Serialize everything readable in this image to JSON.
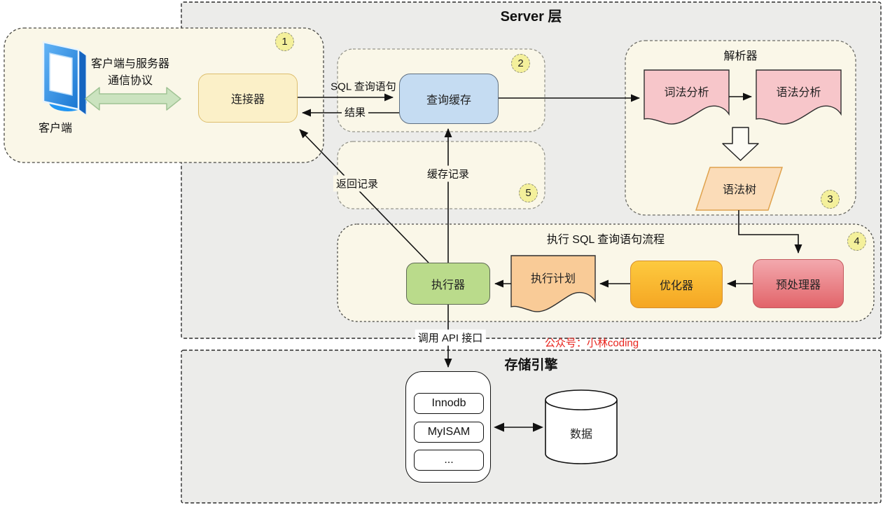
{
  "colors": {
    "cream": "#FAF7E8",
    "gray_box": "#ECECEA",
    "yellow_box": "#FBF0C8",
    "yellow_box_border": "#DDBE6E",
    "blue_box": "#C5DCF2",
    "blue_box_border": "#5F6F80",
    "green_box": "#BADB8B",
    "green_box_border": "#5E6A54",
    "pink_doc": "#F7C6CA",
    "peach_doc": "#F9CB97",
    "tan_shape": "#FBDCB8",
    "tan_border": "#DFA24D",
    "optimizer_top": "#FDCA3F",
    "optimizer_bottom": "#F5A623",
    "optimizer_border": "#D68E2E",
    "preprocessor_top": "#F3A9AE",
    "preprocessor_bottom": "#E2646A",
    "preprocessor_border": "#C25A5E",
    "badge_bg": "#F4F09B",
    "watermark_red": "#E8241D",
    "green_arrow": "#CBE3BF",
    "green_arrow_border": "#A0C394",
    "icon_blue": "#2196F3",
    "line": "#111111"
  },
  "server_layer": {
    "title": "Server 层"
  },
  "client_group": {
    "badge": "1",
    "protocol_line1": "客户端与服务器",
    "protocol_line2": "通信协议",
    "client_label": "客户端",
    "connector_label": "连接器"
  },
  "query_cache_group": {
    "badge": "2",
    "cache_label": "查询缓存"
  },
  "cache_record_group": {
    "badge": "5"
  },
  "parser_group": {
    "badge": "3",
    "title": "解析器",
    "lexical_label": "词法分析",
    "syntax_label": "语法分析",
    "tree_label": "语法树"
  },
  "exec_group": {
    "badge": "4",
    "title": "执行 SQL 查询语句流程",
    "executor_label": "执行器",
    "plan_label": "执行计划",
    "optimizer_label": "优化器",
    "preprocessor_label": "预处理器"
  },
  "edge_labels": {
    "sql_query": "SQL 查询语句",
    "result": "结果",
    "return_records": "返回记录",
    "cache_records": "缓存记录",
    "call_api": "调用 API 接口"
  },
  "watermark": "公众号：小林coding",
  "storage_layer": {
    "title": "存储引擎",
    "engines": [
      "Innodb",
      "MyISAM",
      "..."
    ],
    "data_label": "数据"
  }
}
